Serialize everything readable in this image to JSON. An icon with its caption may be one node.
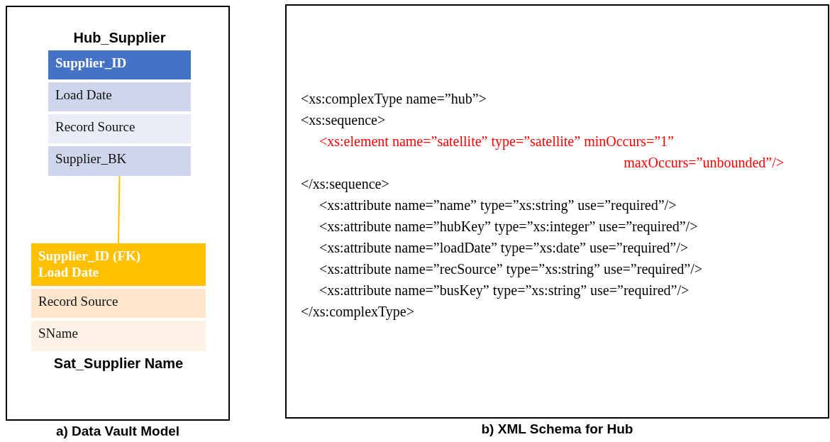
{
  "diagram": {
    "nodes": [
      {
        "text": [
          "a) Data Vault Model"
        ]
      },
      {
        "text": [
          "Hub_Supplier",
          "Supplier_ID",
          "Load Date",
          "Record Source",
          "Supplier_BK"
        ],
        "in": 0
      },
      {
        "text": [
          "Supplier_ID (FK) Load Date",
          "Record Source",
          "SName",
          "Sat_Supplier Name"
        ],
        "in": 0
      },
      {
        "text": [
          "b) XML Schema for Hub",
          "<xs:complexType name=”hub”>",
          "<xs:sequence>",
          "<xs:element name=”satellite” type=”satellite” minOccurs=”1” maxOccurs=”unbounded”/>",
          "</xs:sequence>",
          "<xs:attribute name=”name” type=”xs:string” use=”required”/>",
          "<xs:attribute name=”hubKey” type=”xs:integer” use=”required”/>",
          "<xs:attribute name=”loadDate” type=”xs:date” use=”required”/>",
          "<xs:attribute name=”recSource” type=”xs:string” use=”required”/>",
          "<xs:attribute name=”busKey” type=”xs:string” use=”required”/>",
          "</xs:complexType>"
        ]
      }
    ],
    "edges": [
      {
        "from": 1,
        "to": 2,
        "arrow": "none",
        "color": "#ffc000"
      }
    ]
  }
}
